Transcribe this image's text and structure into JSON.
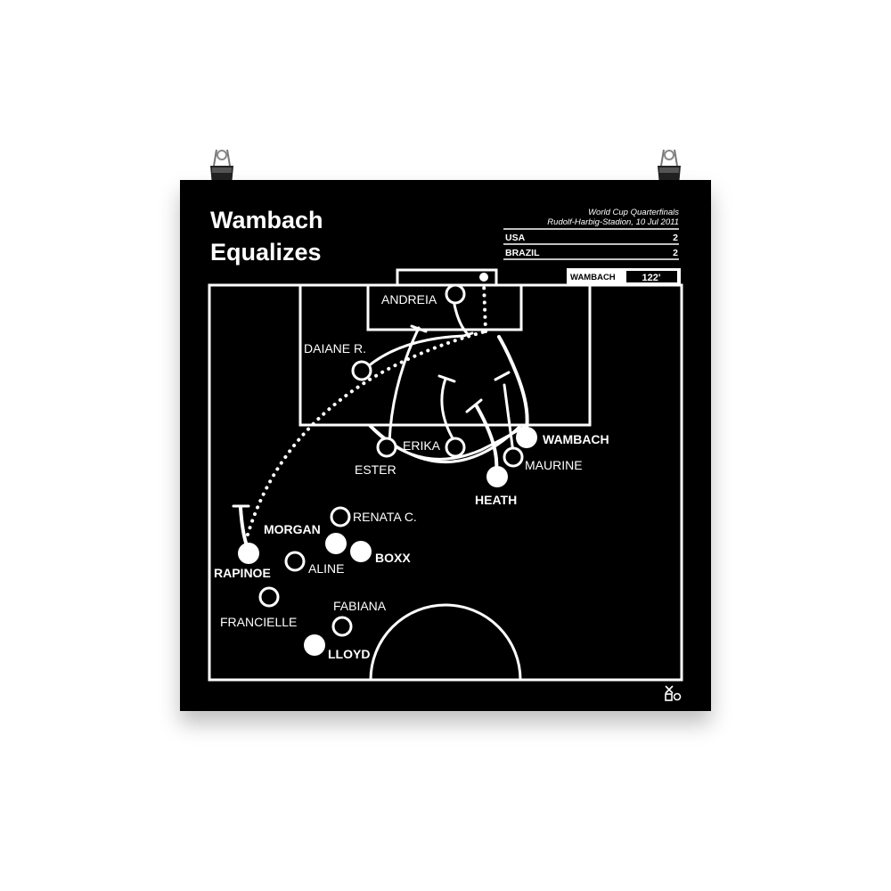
{
  "title_line1": "Wambach",
  "title_line2": "Equalizes",
  "match": {
    "competition": "World Cup Quarterfinals",
    "venue_date": "Rudolf-Harbig-Stadion, 10 Jul 2011",
    "teams": [
      {
        "name": "USA",
        "score": "2"
      },
      {
        "name": "BRAZIL",
        "score": "2"
      }
    ],
    "scorer": "WAMBACH",
    "minute": "122'"
  },
  "players": {
    "usa": [
      "WAMBACH",
      "HEATH",
      "MORGAN",
      "BOXX",
      "RAPINOE",
      "LLOYD"
    ],
    "brazil": [
      "ANDREIA",
      "DAIANE R.",
      "ESTER",
      "ERIKA",
      "MAURINE",
      "RENATA C.",
      "ALINE",
      "FRANCIELLE",
      "FABIANA"
    ]
  },
  "colors": {
    "background": "#000000",
    "lines": "#ffffff"
  }
}
